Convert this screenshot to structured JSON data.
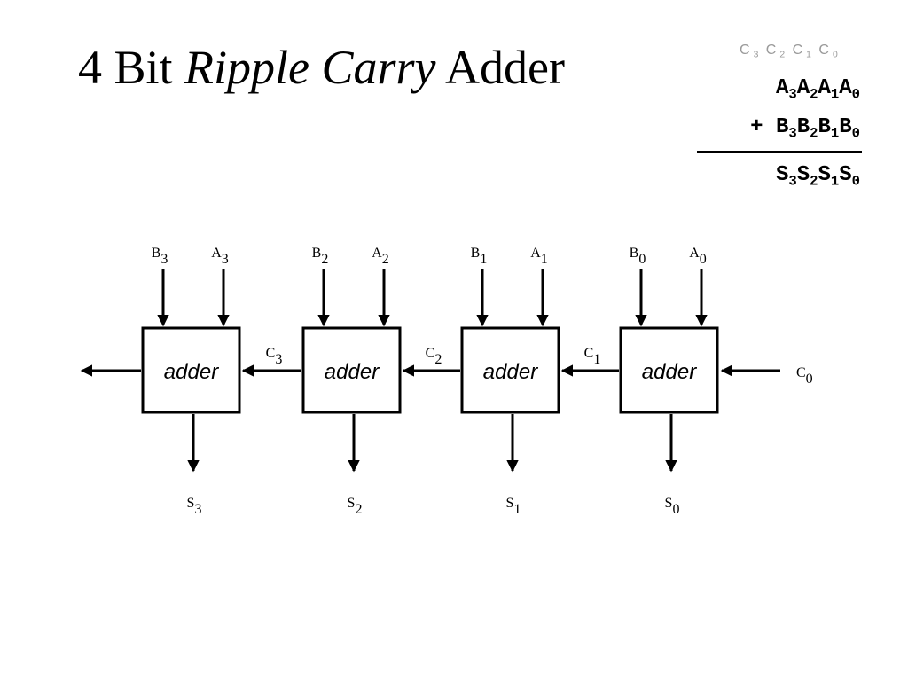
{
  "title": {
    "prefix": "4 Bit ",
    "italic": "Ripple Carry",
    "suffix": " Adder"
  },
  "equation": {
    "carries": [
      {
        "base": "C",
        "sub": "3"
      },
      {
        "base": "C",
        "sub": "2"
      },
      {
        "base": "C",
        "sub": "1"
      },
      {
        "base": "C",
        "sub": "0"
      }
    ],
    "a_row": {
      "prefix": "",
      "terms": [
        {
          "base": "A",
          "sub": "3"
        },
        {
          "base": "A",
          "sub": "2"
        },
        {
          "base": "A",
          "sub": "1"
        },
        {
          "base": "A",
          "sub": "0"
        }
      ]
    },
    "b_row": {
      "prefix": "+ ",
      "terms": [
        {
          "base": "B",
          "sub": "3"
        },
        {
          "base": "B",
          "sub": "2"
        },
        {
          "base": "B",
          "sub": "1"
        },
        {
          "base": "B",
          "sub": "0"
        }
      ]
    },
    "s_row": {
      "prefix": "",
      "terms": [
        {
          "base": "S",
          "sub": "3"
        },
        {
          "base": "S",
          "sub": "2"
        },
        {
          "base": "S",
          "sub": "1"
        },
        {
          "base": "S",
          "sub": "0"
        }
      ]
    }
  },
  "diagram": {
    "adders": [
      {
        "label": "adder",
        "input_b": {
          "base": "B",
          "sub": "3"
        },
        "input_a": {
          "base": "A",
          "sub": "3"
        },
        "sum": {
          "base": "S",
          "sub": "3"
        },
        "carry_in": {
          "base": "C",
          "sub": "3"
        }
      },
      {
        "label": "adder",
        "input_b": {
          "base": "B",
          "sub": "2"
        },
        "input_a": {
          "base": "A",
          "sub": "2"
        },
        "sum": {
          "base": "S",
          "sub": "2"
        },
        "carry_in": {
          "base": "C",
          "sub": "2"
        }
      },
      {
        "label": "adder",
        "input_b": {
          "base": "B",
          "sub": "1"
        },
        "input_a": {
          "base": "A",
          "sub": "1"
        },
        "sum": {
          "base": "S",
          "sub": "1"
        },
        "carry_in": {
          "base": "C",
          "sub": "1"
        }
      },
      {
        "label": "adder",
        "input_b": {
          "base": "B",
          "sub": "0"
        },
        "input_a": {
          "base": "A",
          "sub": "0"
        },
        "sum": {
          "base": "S",
          "sub": "0"
        },
        "carry_in": {
          "base": "C",
          "sub": "0"
        }
      }
    ]
  },
  "colors": {
    "foreground": "#000000",
    "carry_hint": "#9a9a9a",
    "background": "#ffffff"
  }
}
